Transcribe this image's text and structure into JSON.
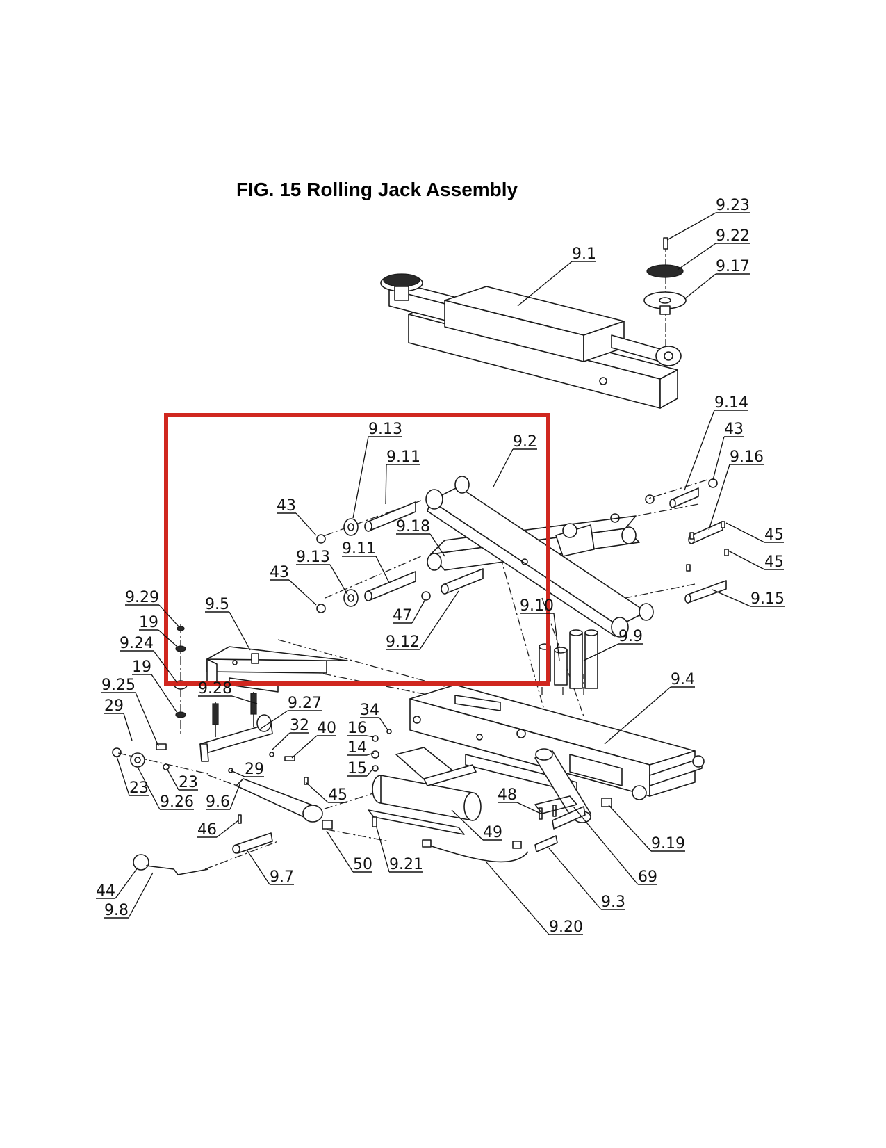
{
  "figure": {
    "title": "FIG. 15  Rolling Jack Assembly"
  },
  "highlight": {
    "color": "#d0271f"
  },
  "callouts": [
    {
      "id": "c-9-23",
      "label": "9.23"
    },
    {
      "id": "c-9-22",
      "label": "9.22"
    },
    {
      "id": "c-9-17",
      "label": "9.17"
    },
    {
      "id": "c-9-1",
      "label": "9.1"
    },
    {
      "id": "c-9-14",
      "label": "9.14"
    },
    {
      "id": "c-43-a",
      "label": "43"
    },
    {
      "id": "c-9-16",
      "label": "9.16"
    },
    {
      "id": "c-9-13-a",
      "label": "9.13"
    },
    {
      "id": "c-9-11-a",
      "label": "9.11"
    },
    {
      "id": "c-9-2",
      "label": "9.2"
    },
    {
      "id": "c-43-b",
      "label": "43"
    },
    {
      "id": "c-9-18",
      "label": "9.18"
    },
    {
      "id": "c-45-a",
      "label": "45"
    },
    {
      "id": "c-9-13-b",
      "label": "9.13"
    },
    {
      "id": "c-9-11-b",
      "label": "9.11"
    },
    {
      "id": "c-45-b",
      "label": "45"
    },
    {
      "id": "c-43-c",
      "label": "43"
    },
    {
      "id": "c-9-15",
      "label": "9.15"
    },
    {
      "id": "c-9-29",
      "label": "9.29"
    },
    {
      "id": "c-9-5",
      "label": "9.5"
    },
    {
      "id": "c-9-10",
      "label": "9.10"
    },
    {
      "id": "c-47",
      "label": "47"
    },
    {
      "id": "c-19-a",
      "label": "19"
    },
    {
      "id": "c-9-9",
      "label": "9.9"
    },
    {
      "id": "c-9-12",
      "label": "9.12"
    },
    {
      "id": "c-9-24",
      "label": "9.24"
    },
    {
      "id": "c-19-b",
      "label": "19"
    },
    {
      "id": "c-9-4",
      "label": "9.4"
    },
    {
      "id": "c-9-28",
      "label": "9.28"
    },
    {
      "id": "c-9-25",
      "label": "9.25"
    },
    {
      "id": "c-9-27",
      "label": "9.27"
    },
    {
      "id": "c-29-a",
      "label": "29"
    },
    {
      "id": "c-34",
      "label": "34"
    },
    {
      "id": "c-32",
      "label": "32"
    },
    {
      "id": "c-16",
      "label": "16"
    },
    {
      "id": "c-40",
      "label": "40"
    },
    {
      "id": "c-14",
      "label": "14"
    },
    {
      "id": "c-29-b",
      "label": "29"
    },
    {
      "id": "c-15",
      "label": "15"
    },
    {
      "id": "c-23-a",
      "label": "23"
    },
    {
      "id": "c-23-b",
      "label": "23"
    },
    {
      "id": "c-45-c",
      "label": "45"
    },
    {
      "id": "c-48",
      "label": "48"
    },
    {
      "id": "c-9-26",
      "label": "9.26"
    },
    {
      "id": "c-9-6",
      "label": "9.6"
    },
    {
      "id": "c-9-19",
      "label": "9.19"
    },
    {
      "id": "c-46",
      "label": "46"
    },
    {
      "id": "c-49",
      "label": "49"
    },
    {
      "id": "c-50",
      "label": "50"
    },
    {
      "id": "c-9-21",
      "label": "9.21"
    },
    {
      "id": "c-9-7",
      "label": "9.7"
    },
    {
      "id": "c-69",
      "label": "69"
    },
    {
      "id": "c-44",
      "label": "44"
    },
    {
      "id": "c-9-3",
      "label": "9.3"
    },
    {
      "id": "c-9-8",
      "label": "9.8"
    },
    {
      "id": "c-9-20",
      "label": "9.20"
    }
  ]
}
